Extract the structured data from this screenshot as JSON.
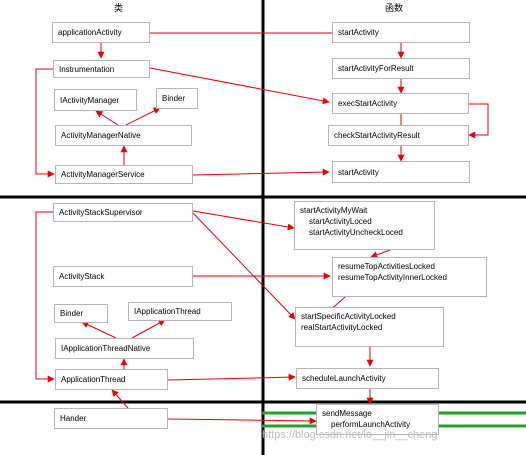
{
  "headers": {
    "classes": "类",
    "functions": "函数"
  },
  "classes": {
    "applicationActivity": "applicationActivity",
    "instrumentation": "Instrumentation",
    "iActivityManager": "IActivityManager",
    "binder1": "Binder",
    "activityManagerNative": "ActivityManagerNative",
    "activityManagerService": "ActivityManagerService",
    "activityStackSupervisor": "ActivityStackSupervisor",
    "activityStack": "ActivityStack",
    "binder2": "Binder",
    "iApplicationThread": "IApplicationThread",
    "iApplicationThreadNative": "IApplicationThreadNative",
    "applicationThread": "ApplicationThread",
    "hander": "Hander"
  },
  "functions": {
    "startActivity1": "startActivity",
    "startActivityForResult": "startActivityForResult",
    "execStartActivity": "execStartActivity",
    "checkStartActivityResult": "checkStartActivityResult",
    "startActivity2": "startActivity",
    "startActivityMayWait": "startActivityMyWait",
    "startActivityLocked": "startActivityLoced",
    "startActivityUncheckLocked": "startActivityUncheckLoced",
    "resumeTopActivitiesLocked": "resumeTopActivitiesLocked",
    "resumeTopActivityInnerLocked": "resumeTopActivityInnerLocked",
    "startSpecificActivityLocked": "startSpecificActivityLocked",
    "realStartActivityLocked": "realStartActivityLocked",
    "scheduleLaunchActivity": "scheduleLaunchActivity",
    "sendMessage": "sendMessage",
    "performLaunchActivity": "performLaunchActivity"
  },
  "watermark": "https://blog.csdn.net/lo__jin__cheng",
  "colors": {
    "arrow": "#e8000b",
    "grid": "#000000",
    "highlight": "#2a9e2a",
    "border": "#b5b5b5"
  }
}
